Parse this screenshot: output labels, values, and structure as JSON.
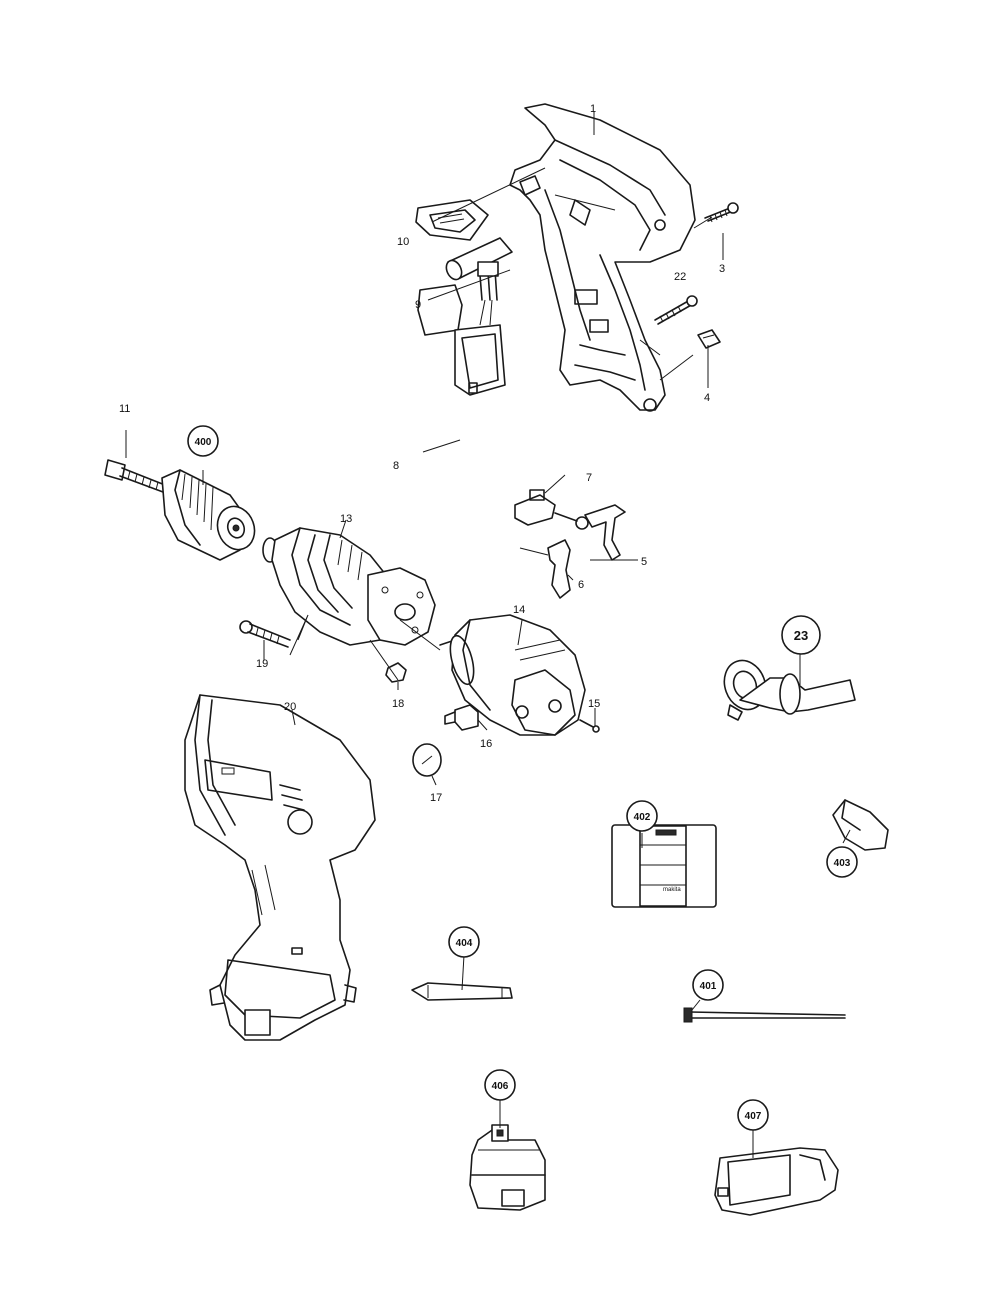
{
  "labels": {
    "p1": "1",
    "p3": "3",
    "p4": "4",
    "p5": "5",
    "p6": "6",
    "p7": "7",
    "p8": "8",
    "p9": "9",
    "p10": "10",
    "p11": "11",
    "p13": "13",
    "p14": "14",
    "p15": "15",
    "p16": "16",
    "p17": "17",
    "p18": "18",
    "p19": "19",
    "p20": "20",
    "p22": "22",
    "c23": "23",
    "c400": "400",
    "c401": "401",
    "c402": "402",
    "c403": "403",
    "c404": "404",
    "c406": "406",
    "c407": "407"
  },
  "case_brand": "makita"
}
